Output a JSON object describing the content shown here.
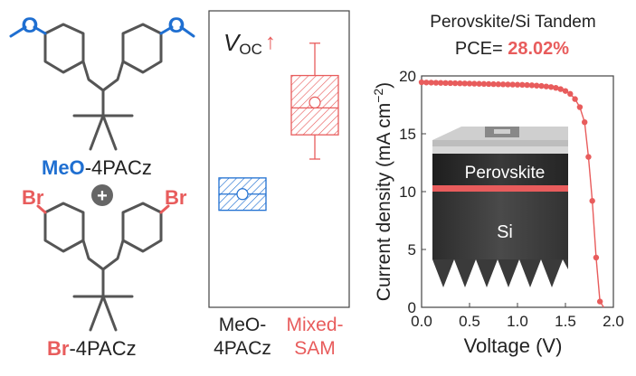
{
  "colors": {
    "blue": "#1f6fd1",
    "red": "#e85c5c",
    "dark": "#444444",
    "gray": "#666666"
  },
  "molecules": {
    "top": {
      "substituent": "O",
      "prefix": "MeO",
      "suffix": "-4PACz"
    },
    "bottom": {
      "substituent": "Br",
      "prefix": "Br",
      "suffix": "-4PACz"
    },
    "plus": "+"
  },
  "chart_data": [
    {
      "type": "box",
      "annotation_main": "V",
      "annotation_sub": "OC",
      "annotation_arrow": "↑",
      "categories": [
        {
          "line1": "MeO-",
          "line2": "4PACz"
        },
        {
          "line1": "Mixed-",
          "line2": "SAM"
        }
      ],
      "boxes": [
        {
          "q1": 0.36,
          "median": 0.42,
          "q3": 0.48,
          "mean": 0.42,
          "whisker_low": null,
          "whisker_high": null
        },
        {
          "q1": 0.64,
          "median": 0.74,
          "q3": 0.86,
          "mean": 0.76,
          "whisker_low": 0.55,
          "whisker_high": 0.98
        }
      ],
      "ylim": [
        0,
        1.1
      ]
    },
    {
      "type": "line",
      "title_line1": "Perovskite/Si Tandem",
      "title_pce_label": "PCE= ",
      "title_pce_value": "28.02%",
      "xlabel": "Voltage (V)",
      "ylabel": "Current density (mA cm",
      "ylabel_sup": "−2",
      "ylabel_close": ")",
      "xlim": [
        0,
        2.0
      ],
      "ylim": [
        0,
        20
      ],
      "xticks": [
        0.0,
        0.5,
        1.0,
        1.5,
        2.0
      ],
      "xtick_labels": [
        "0.0",
        "0.5",
        "1.0",
        "1.5",
        "2.0"
      ],
      "yticks": [
        0,
        5,
        10,
        15,
        20
      ],
      "ytick_labels": [
        "0",
        "5",
        "10",
        "15",
        "20"
      ],
      "x": [
        0,
        0.05,
        0.1,
        0.15,
        0.2,
        0.25,
        0.3,
        0.35,
        0.4,
        0.45,
        0.5,
        0.55,
        0.6,
        0.65,
        0.7,
        0.75,
        0.8,
        0.85,
        0.9,
        0.95,
        1.0,
        1.05,
        1.1,
        1.15,
        1.2,
        1.25,
        1.3,
        1.35,
        1.4,
        1.45,
        1.5,
        1.55,
        1.6,
        1.65,
        1.7,
        1.74,
        1.78,
        1.82,
        1.86,
        1.9
      ],
      "y": [
        19.45,
        19.43,
        19.42,
        19.41,
        19.4,
        19.39,
        19.38,
        19.37,
        19.36,
        19.35,
        19.34,
        19.33,
        19.32,
        19.31,
        19.3,
        19.29,
        19.28,
        19.27,
        19.26,
        19.25,
        19.24,
        19.23,
        19.21,
        19.19,
        19.16,
        19.13,
        19.09,
        19.04,
        18.97,
        18.86,
        18.7,
        18.45,
        18.0,
        17.3,
        16.0,
        13.0,
        9.2,
        4.3,
        0.5,
        0
      ],
      "inset_labels": {
        "top_layer": "Perovskite",
        "bottom_layer": "Si"
      }
    }
  ]
}
